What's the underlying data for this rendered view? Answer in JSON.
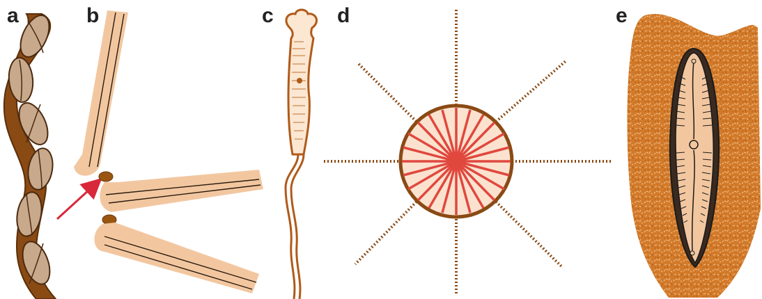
{
  "panels": [
    {
      "label": "a"
    },
    {
      "label": "b"
    },
    {
      "label": "c"
    },
    {
      "label": "d"
    },
    {
      "label": "e"
    }
  ],
  "colors": {
    "dark_brown": "#8a4a14",
    "frustule": "#c9a98c",
    "light_tan": "#f2c7a0",
    "cell_fill": "#f7ddc4",
    "outline_brown": "#b05a1a",
    "ray_red": "#e0483e",
    "arrow_red": "#d8283a",
    "mucilage_orange": "#d27a2a",
    "text": "#222222"
  }
}
